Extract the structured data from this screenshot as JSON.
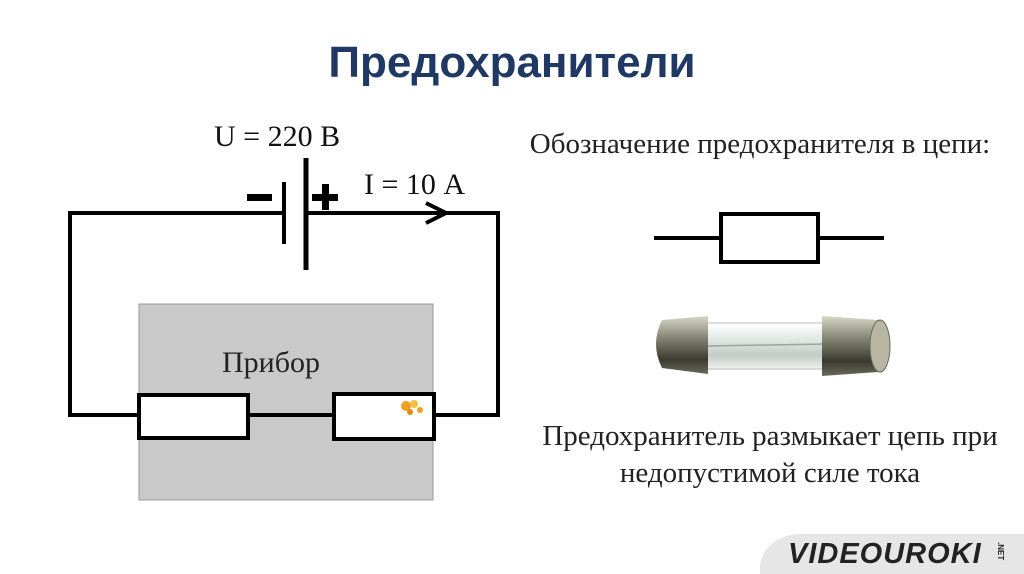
{
  "slide": {
    "title": "Предохранители",
    "voltage": "U = 220 В",
    "current": "I = 10 А",
    "device_label": "Прибор",
    "battery_minus": "−",
    "battery_plus": "+",
    "fuse_symbol_caption": "Обозначение предохранителя в цепи:",
    "fuse_description": "Предохранитель размыкает цепь при недопустимой силе тока",
    "logo": "VIDEOUROKI",
    "logo_suffix": ".NET"
  },
  "colors": {
    "title": "#1f3864",
    "device_box": "#c9c9c9",
    "wire": "#000000",
    "spark": "#f0a020"
  }
}
